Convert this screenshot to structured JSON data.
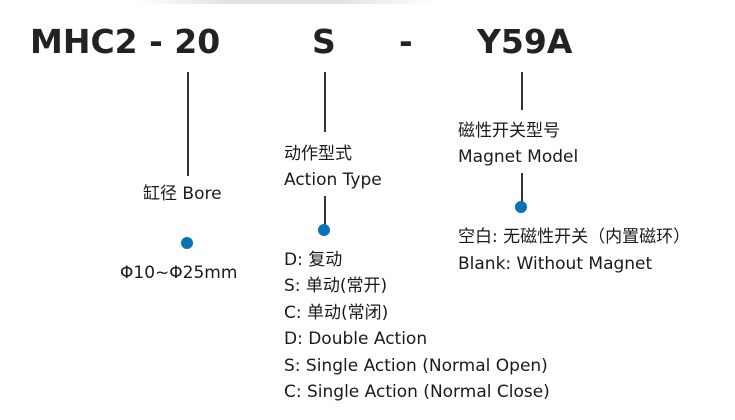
{
  "model_code": {
    "series": "MHC2 - 20",
    "action": "S",
    "dash": "-",
    "switch": "Y59A"
  },
  "bore": {
    "label": "缸径 Bore",
    "value": "Φ10~Φ25mm"
  },
  "action_type": {
    "label_cn": "动作型式",
    "label_en": "Action Type",
    "options": [
      "D: 复动",
      "S: 单动(常开)",
      "C: 单动(常闭)",
      "D: Double Action",
      "S: Single Action (Normal Open)",
      "C: Single Action (Normal Close)"
    ]
  },
  "magnet_model": {
    "label_cn": "磁性开关型号",
    "label_en": "Magnet Model",
    "blank_cn": "空白: 无磁性开关（内置磁环）",
    "blank_en": "Blank: Without Magnet"
  },
  "colors": {
    "dot": "#0a72b8",
    "line": "#333333",
    "text": "#1a1a1a"
  }
}
